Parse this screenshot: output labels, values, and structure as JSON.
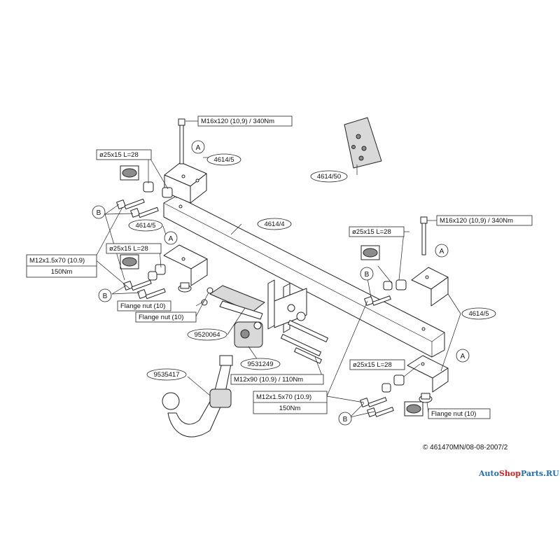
{
  "labels": {
    "bolt_m16_top": "M16x120 (10,9) / 340Nm",
    "bolt_m16_right": "M16x120 (10,9) / 340Nm",
    "spacer_top_left": "ø25x15 L=28",
    "spacer_mid_left": "ø25x15 L=28",
    "spacer_top_right": "ø25x15 L=28",
    "spacer_bottom_right": "ø25x15 L=28",
    "bracket_top_left": "4614/5",
    "bracket_mid_left": "4614/5",
    "bracket_right": "4614/5",
    "plate_detail": "4614/50",
    "crossbar": "4614/4",
    "bolt_m12_left_line1": "M12x1.5x70 (10.9)",
    "bolt_m12_left_line2": "150Nm",
    "bolt_m12_right_line1": "M12x1.5x70 (10.9)",
    "bolt_m12_right_line2": "150Nm",
    "flange_nut_left_a": "Flange nut (10)",
    "flange_nut_left_b": "Flange nut (10)",
    "flange_nut_right": "Flange nut (10)",
    "part_9520064": "9520064",
    "part_9531249": "9531249",
    "part_9535417": "9535417",
    "bolt_m12x90": "M12x90 (10.9) / 110Nm",
    "copyright": "© 461470MN/08-08-2007/2",
    "watermark_auto": "Auto",
    "watermark_shop": "Shop",
    "watermark_parts": "Parts.RU"
  },
  "callouts": {
    "A": "A",
    "B": "B"
  },
  "colors": {
    "line": "#222222",
    "fill_light": "#d9d9d9",
    "fill_dark": "#8c8c8c",
    "watermark_blue": "#1f6fb5",
    "watermark_red": "#d62020"
  }
}
